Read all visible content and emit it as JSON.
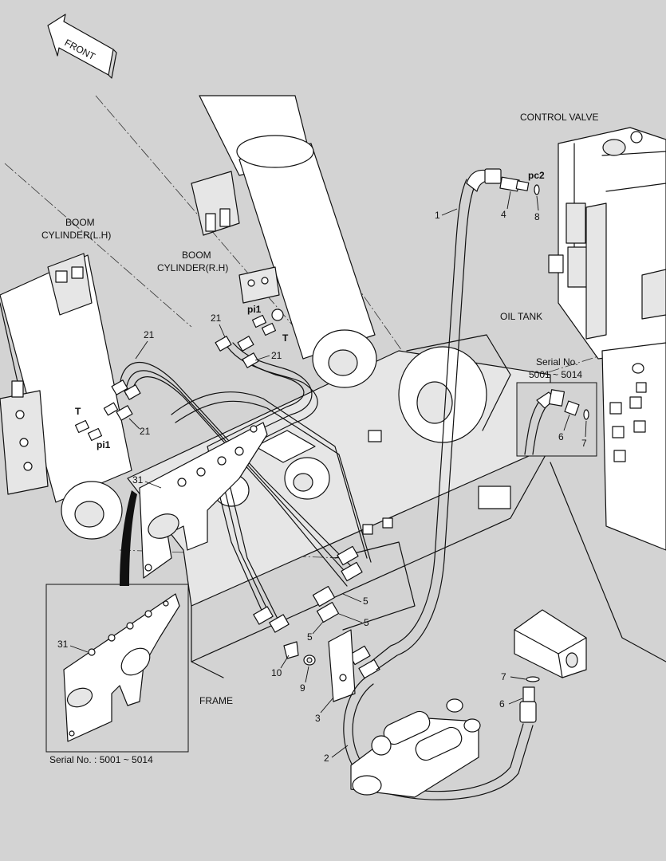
{
  "labels": {
    "front": "FRONT",
    "control_valve": "CONTROL VALVE",
    "boom_lh_1": "BOOM",
    "boom_lh_2": "CYLINDER(L.H)",
    "boom_rh_1": "BOOM",
    "boom_rh_2": "CYLINDER(R.H)",
    "oil_tank": "OIL TANK",
    "frame": "FRAME",
    "port_pc2": "pc2",
    "port_pi1": "pi1",
    "port_t": "T",
    "serial_inset_1": "Serial No.",
    "serial_inset_2": "5001 ~ 5014",
    "serial_bottom": "Serial No. : 5001 ~ 5014"
  },
  "callouts": [
    "1",
    "2",
    "3",
    "4",
    "5",
    "6",
    "7",
    "8",
    "9",
    "10",
    "21",
    "31"
  ],
  "colors": {
    "background": "#d3d3d3",
    "line": "#111111",
    "part_fill": "#ffffff"
  }
}
